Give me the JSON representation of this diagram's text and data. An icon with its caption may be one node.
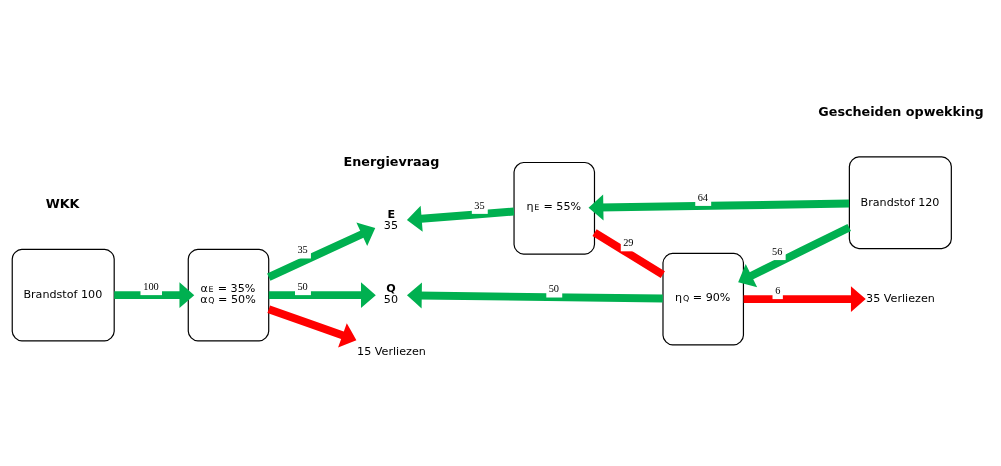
{
  "diagram": {
    "nodes": [
      {
        "text": [
          "Brandstof 100"
        ]
      },
      {
        "text": [
          "α$_{E}$ = 35%",
          "α$_{Q}$ = 50%"
        ]
      },
      {
        "text": [
          "E",
          "35"
        ]
      },
      {
        "text": [
          "Q",
          "50"
        ]
      },
      {
        "text": [
          "η$_{E}$ = 55%"
        ]
      },
      {
        "text": [
          "η$_{Q}$ = 90%"
        ]
      },
      {
        "text": [
          "Brandstof 120"
        ]
      },
      {
        "text": [
          "15 Verliezen"
        ]
      },
      {
        "text": [
          "35 Verliezen"
        ]
      }
    ],
    "edges": [
      {
        "from": 0,
        "to": 1,
        "arrow": "to",
        "label": "100"
      },
      {
        "from": 1,
        "to": 2,
        "arrow": "to",
        "label": "35"
      },
      {
        "from": 1,
        "to": 3,
        "arrow": "to",
        "label": "50"
      },
      {
        "from": 1,
        "to": 7,
        "arrow": "to",
        "color": "#ff0000"
      },
      {
        "from": 4,
        "to": 2,
        "arrow": "to",
        "label": "35"
      },
      {
        "from": 5,
        "to": 3,
        "arrow": "to",
        "label": "50"
      },
      {
        "from": 6,
        "to": 4,
        "arrow": "to",
        "label": "64"
      },
      {
        "from": 6,
        "to": 5,
        "arrow": "to",
        "label": "56"
      },
      {
        "from": 4,
        "to": 5,
        "arrow": "none",
        "label": "29",
        "color": "#ff0000"
      },
      {
        "from": 5,
        "to": 8,
        "arrow": "to",
        "label": "6",
        "color": "#ff0000"
      }
    ],
    "labels": [
      "WKK",
      "Gescheiden opwekking",
      "Energievraag"
    ]
  }
}
